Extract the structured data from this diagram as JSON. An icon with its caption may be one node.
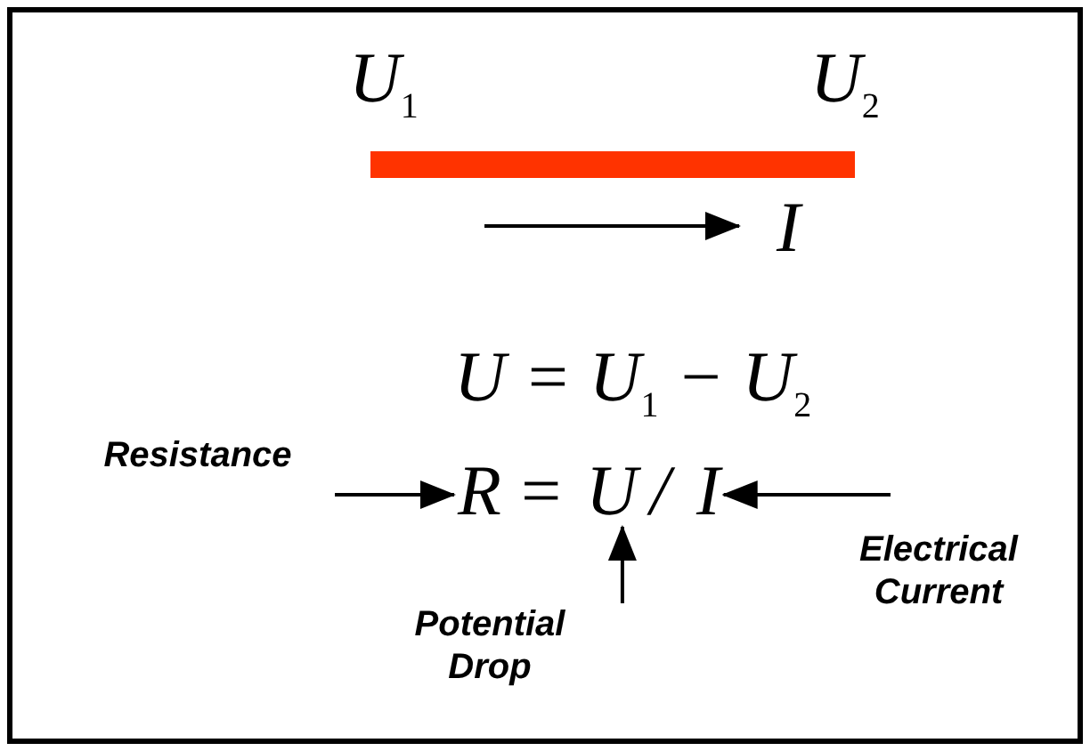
{
  "diagram": {
    "nodes": [
      {
        "text": [
          "Resistance"
        ]
      },
      {
        "text": [
          "R"
        ]
      },
      {
        "text": [
          "U"
        ]
      },
      {
        "text": [
          "I"
        ]
      },
      {
        "text": [
          "Electrical Current"
        ]
      },
      {
        "text": [
          "Potential Drop"
        ]
      }
    ],
    "edges": [
      {
        "from": 0,
        "to": 1,
        "arrow": "to"
      },
      {
        "from": 4,
        "to": 3,
        "arrow": "to"
      },
      {
        "from": 5,
        "to": 2,
        "arrow": "to"
      }
    ],
    "labels": [
      "U$_{1}$",
      "U$_{2}$",
      "I",
      "U = U$_{1}$ − U$_{2}$",
      "=",
      "/"
    ]
  }
}
